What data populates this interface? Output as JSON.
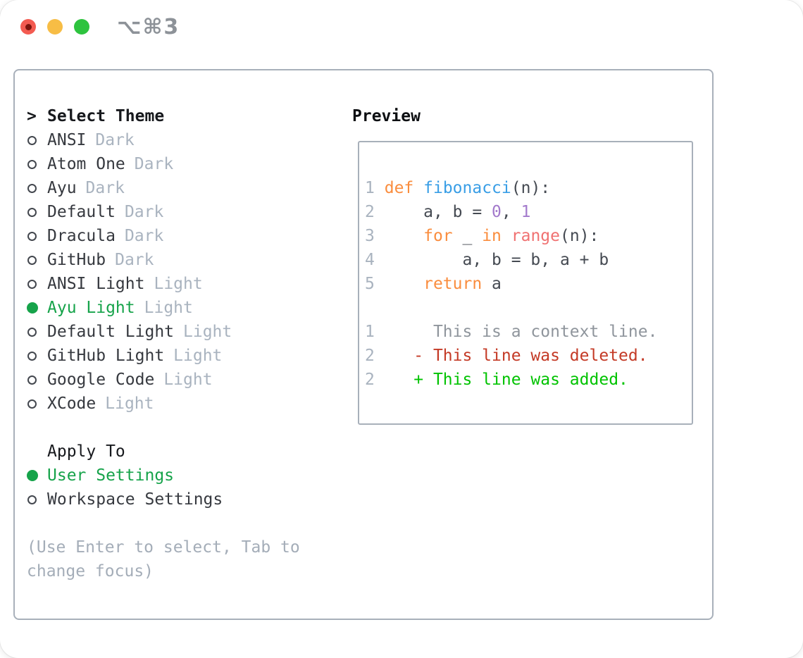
{
  "window": {
    "title": "⌥⌘3"
  },
  "selector": {
    "prompt": ">",
    "header": "Select Theme",
    "items": [
      {
        "name": "ANSI",
        "tag": "Dark",
        "selected": false
      },
      {
        "name": "Atom One",
        "tag": "Dark",
        "selected": false
      },
      {
        "name": "Ayu",
        "tag": "Dark",
        "selected": false
      },
      {
        "name": "Default",
        "tag": "Dark",
        "selected": false
      },
      {
        "name": "Dracula",
        "tag": "Dark",
        "selected": false
      },
      {
        "name": "GitHub",
        "tag": "Dark",
        "selected": false
      },
      {
        "name": "ANSI Light",
        "tag": "Light",
        "selected": false
      },
      {
        "name": "Ayu Light",
        "tag": "Light",
        "selected": true
      },
      {
        "name": "Default Light",
        "tag": "Light",
        "selected": false
      },
      {
        "name": "GitHub Light",
        "tag": "Light",
        "selected": false
      },
      {
        "name": "Google Code",
        "tag": "Light",
        "selected": false
      },
      {
        "name": "XCode",
        "tag": "Light",
        "selected": false
      }
    ],
    "apply_label": "Apply To",
    "apply_options": [
      {
        "label": "User Settings",
        "selected": true
      },
      {
        "label": "Workspace Settings",
        "selected": false
      }
    ],
    "hint": "(Use Enter to select, Tab to change focus)"
  },
  "preview": {
    "label": "Preview",
    "lines": [
      {
        "no": "1",
        "tokens": [
          [
            " ",
            "c"
          ],
          [
            "def",
            "k"
          ],
          [
            " ",
            "c"
          ],
          [
            "fibonacci",
            "f"
          ],
          [
            "(n):",
            "c"
          ]
        ]
      },
      {
        "no": "2",
        "tokens": [
          [
            "     a, b = ",
            "c"
          ],
          [
            "0",
            "n"
          ],
          [
            ", ",
            "c"
          ],
          [
            "1",
            "n"
          ]
        ]
      },
      {
        "no": "3",
        "tokens": [
          [
            "     ",
            "c"
          ],
          [
            "for",
            "k"
          ],
          [
            " _ ",
            "c"
          ],
          [
            "in",
            "k"
          ],
          [
            " ",
            "c"
          ],
          [
            "range",
            "r"
          ],
          [
            "(n):",
            "c"
          ]
        ]
      },
      {
        "no": "4",
        "tokens": [
          [
            "         a, b = b, a + b",
            "c"
          ]
        ]
      },
      {
        "no": "5",
        "tokens": [
          [
            "     ",
            "c"
          ],
          [
            "return",
            "k"
          ],
          [
            " a",
            "c"
          ]
        ]
      },
      {
        "no": "",
        "tokens": []
      },
      {
        "no": "1",
        "tokens": [
          [
            "      This is a context line.",
            "x"
          ]
        ]
      },
      {
        "no": "2",
        "tokens": [
          [
            "    - This line was deleted.",
            "d"
          ]
        ]
      },
      {
        "no": "2",
        "tokens": [
          [
            "    + This line was added.",
            "a"
          ]
        ]
      }
    ]
  },
  "colors": {
    "accent_green": "#16a34a",
    "diff_added": "#00c300",
    "diff_deleted": "#c43a26",
    "keyword_orange": "#fa8d3e",
    "function_blue": "#399ee6",
    "number_purple": "#a37acc",
    "call_coral": "#f07171",
    "code_text": "#454a52",
    "context_gray": "#8f959c",
    "line_number_gray": "#a9b3bf",
    "tag_gray": "#a9b3bf",
    "border_gray": "#a8b0ba",
    "traffic_red": "#f35b51",
    "traffic_yellow": "#f7bd45",
    "traffic_green": "#2dc33e"
  }
}
